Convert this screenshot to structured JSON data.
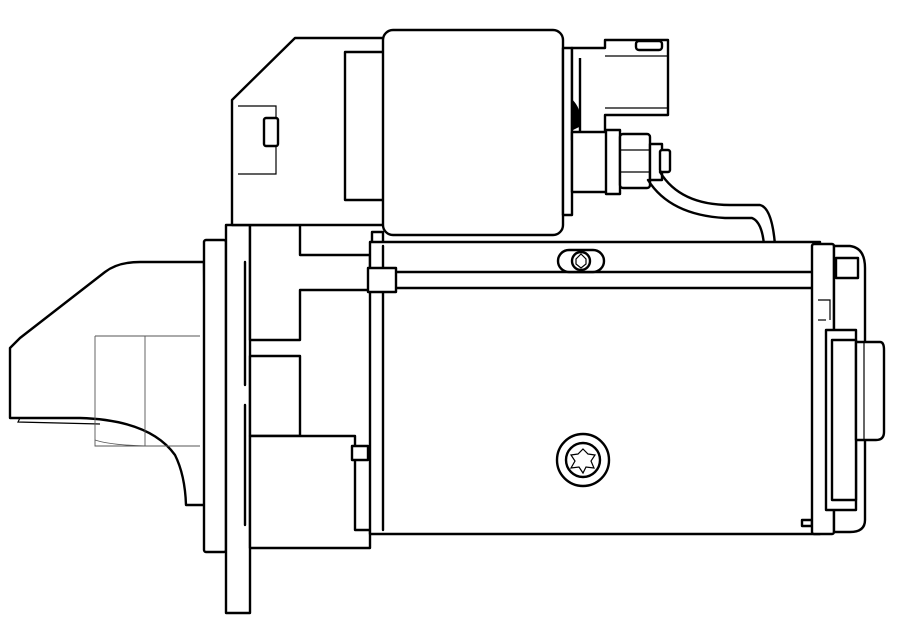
{
  "drawing": {
    "subject": "starter-motor",
    "background_color": "#ffffff",
    "line_color": "#000000",
    "hidden_line_color": "#555555",
    "components": [
      "mounting-flange",
      "pinion-housing-nose",
      "solenoid",
      "solenoid-connector",
      "terminal-stud",
      "motor-yoke",
      "through-bolt",
      "end-cap",
      "torx-screw",
      "wire-lead"
    ]
  }
}
